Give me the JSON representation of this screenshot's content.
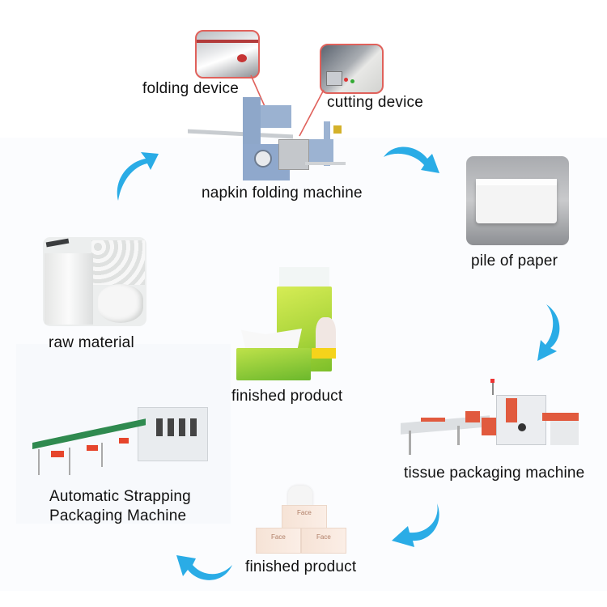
{
  "diagram": {
    "type": "process-cycle",
    "accent_arrow_color": "#2aace6",
    "callout_line_color": "#e0615b",
    "nodes": [
      {
        "id": "napkin-folding-machine",
        "label": "napkin folding machine"
      },
      {
        "id": "pile-of-paper",
        "label": "pile of paper"
      },
      {
        "id": "tissue-packaging-machine",
        "label": "tissue packaging machine"
      },
      {
        "id": "finished-product-boxed",
        "label": "finished product"
      },
      {
        "id": "strapping-machine",
        "label_line1": "Automatic Strapping",
        "label_line2": "Packaging Machine"
      },
      {
        "id": "raw-material",
        "label": "raw material"
      },
      {
        "id": "finished-product-center",
        "label": "finished product"
      }
    ],
    "callouts": {
      "folding": "folding device",
      "cutting": "cutting device"
    },
    "product_brand": "Face",
    "flow": [
      "raw material",
      "napkin folding machine",
      "pile of paper",
      "tissue packaging machine",
      "finished product",
      "Automatic Strapping Packaging Machine"
    ]
  }
}
